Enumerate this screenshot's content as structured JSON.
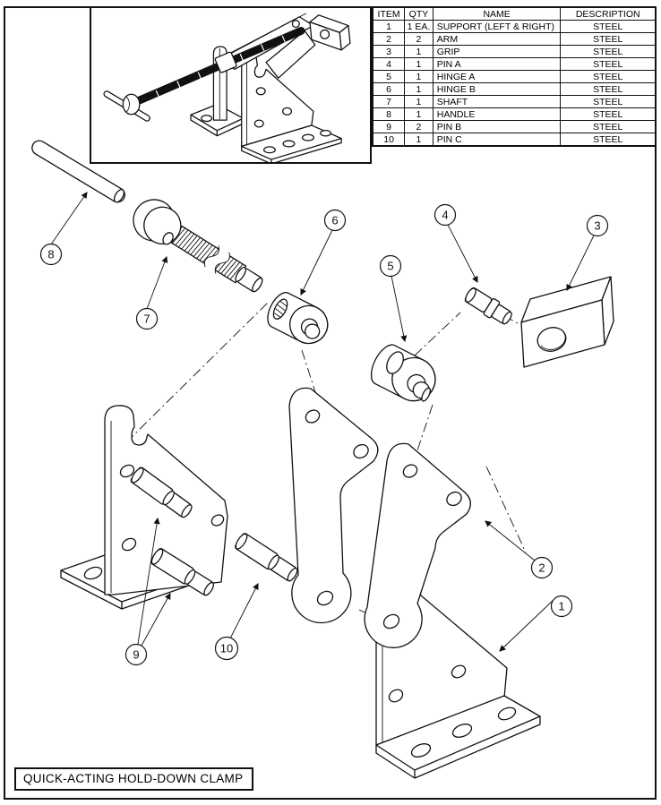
{
  "sheet": {
    "title": "QUICK-ACTING HOLD-DOWN CLAMP",
    "type": "exploded-view engineering drawing"
  },
  "colors": {
    "ink": "#111111",
    "paper": "#ffffff"
  },
  "parts_table": {
    "headers": {
      "item": "ITEM",
      "qty": "QTY",
      "name": "NAME",
      "description": "DESCRIPTION"
    },
    "rows": [
      {
        "item": "1",
        "qty": "1 EA.",
        "name": "SUPPORT (LEFT & RIGHT)",
        "description": "STEEL"
      },
      {
        "item": "2",
        "qty": "2",
        "name": "ARM",
        "description": "STEEL"
      },
      {
        "item": "3",
        "qty": "1",
        "name": "GRIP",
        "description": "STEEL"
      },
      {
        "item": "4",
        "qty": "1",
        "name": "PIN A",
        "description": "STEEL"
      },
      {
        "item": "5",
        "qty": "1",
        "name": "HINGE A",
        "description": "STEEL"
      },
      {
        "item": "6",
        "qty": "1",
        "name": "HINGE B",
        "description": "STEEL"
      },
      {
        "item": "7",
        "qty": "1",
        "name": "SHAFT",
        "description": "STEEL"
      },
      {
        "item": "8",
        "qty": "1",
        "name": "HANDLE",
        "description": "STEEL"
      },
      {
        "item": "9",
        "qty": "2",
        "name": "PIN B",
        "description": "STEEL"
      },
      {
        "item": "10",
        "qty": "1",
        "name": "PIN C",
        "description": "STEEL"
      }
    ]
  },
  "balloons": {
    "b1": "1",
    "b2": "2",
    "b3": "3",
    "b4": "4",
    "b5": "5",
    "b6": "6",
    "b7": "7",
    "b8": "8",
    "b9": "9",
    "b10": "10"
  }
}
